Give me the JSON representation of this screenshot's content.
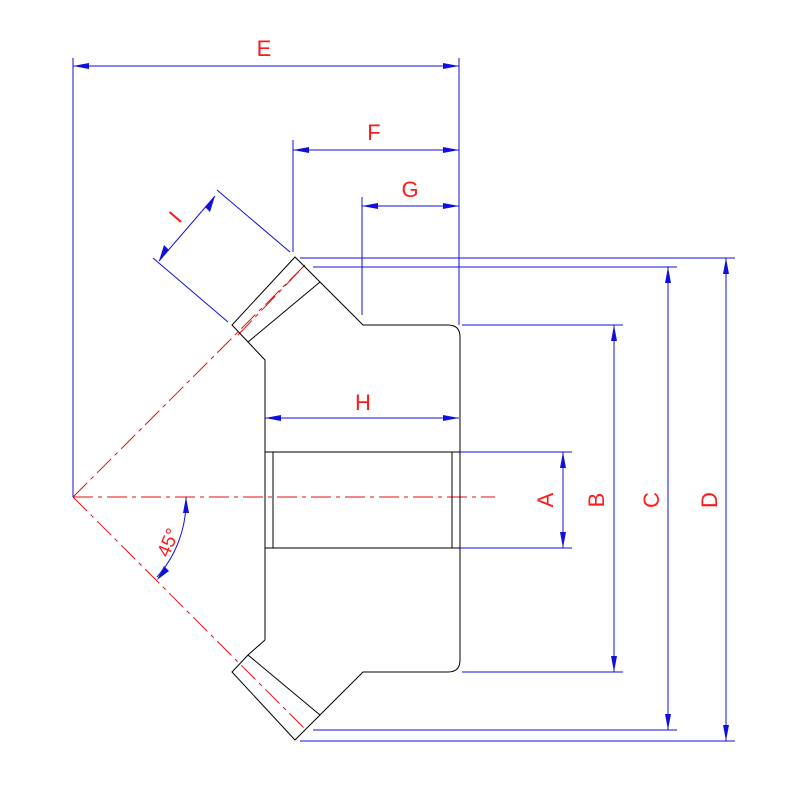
{
  "drawing": {
    "colors": {
      "outline": "#000000",
      "centerline": "#e01010",
      "dimension": "#1010d8",
      "label": "#ff1a1a",
      "background": "#ffffff"
    },
    "labels": {
      "A": "A",
      "B": "B",
      "C": "C",
      "D": "D",
      "E": "E",
      "F": "F",
      "G": "G",
      "H": "H",
      "I": "I"
    },
    "angle": "45°"
  }
}
